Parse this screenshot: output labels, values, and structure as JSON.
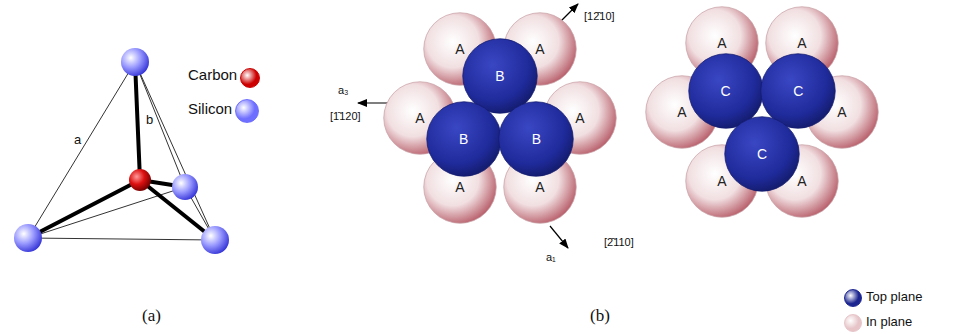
{
  "diagram": {
    "nodes": [
      {
        "text": [
          "A"
        ]
      },
      {
        "text": [
          "A"
        ]
      },
      {
        "text": [
          "A"
        ]
      },
      {
        "text": [
          "A"
        ]
      },
      {
        "text": [
          "A"
        ]
      },
      {
        "text": [
          "A"
        ]
      },
      {
        "text": [
          "B"
        ]
      },
      {
        "text": [
          "B"
        ]
      },
      {
        "text": [
          "B"
        ]
      },
      {
        "text": [
          "A"
        ]
      },
      {
        "text": [
          "A"
        ]
      },
      {
        "text": [
          "A"
        ]
      },
      {
        "text": [
          "A"
        ]
      },
      {
        "text": [
          "A"
        ]
      },
      {
        "text": [
          "A"
        ]
      },
      {
        "text": [
          "C"
        ]
      },
      {
        "text": [
          "C"
        ]
      },
      {
        "text": [
          "C"
        ]
      }
    ],
    "labels": [
      "a",
      "b",
      "[12̄10]",
      "a₃",
      "[1̄120]",
      "[2̄110]",
      "a₁",
      "(a)",
      "(b)"
    ],
    "legend": [
      {
        "text": "Carbon",
        "color": "#cc0000"
      },
      {
        "text": "Silicon",
        "color": "#6f6fff"
      },
      {
        "text": "Top plane",
        "color": "#1c2590"
      },
      {
        "text": "In plane",
        "color": "#e6c4c8"
      }
    ]
  }
}
